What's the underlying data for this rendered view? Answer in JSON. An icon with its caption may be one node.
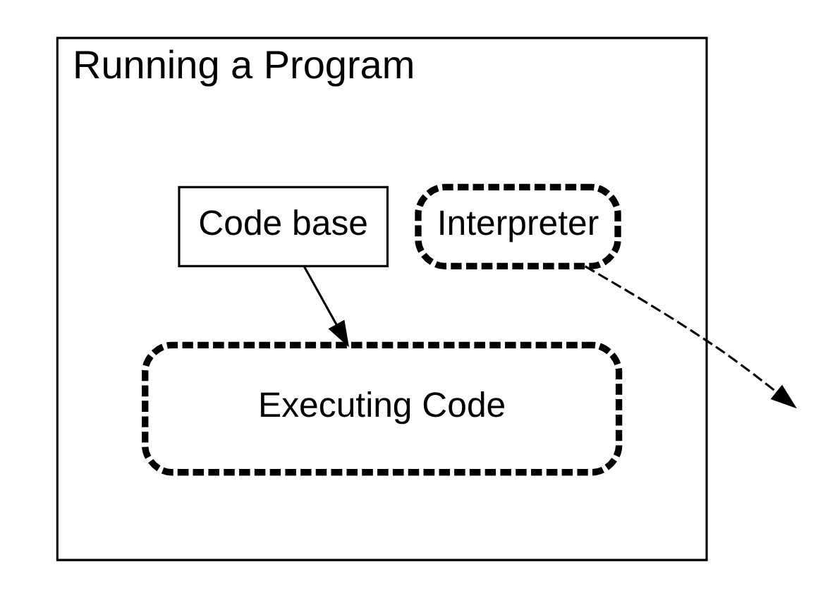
{
  "diagram": {
    "nodes": [
      {
        "text": [
          "Running a Program"
        ]
      },
      {
        "text": [
          "Interpreter"
        ],
        "in": 0
      },
      {
        "text": [
          "Code base"
        ],
        "in": 0
      },
      {
        "text": [
          "Executing Code"
        ],
        "in": 0
      }
    ],
    "edges": [
      {
        "from": 1,
        "to": null,
        "arrow": "to",
        "style": "dashed"
      },
      {
        "from": 2,
        "to": 3,
        "arrow": "to"
      }
    ]
  }
}
